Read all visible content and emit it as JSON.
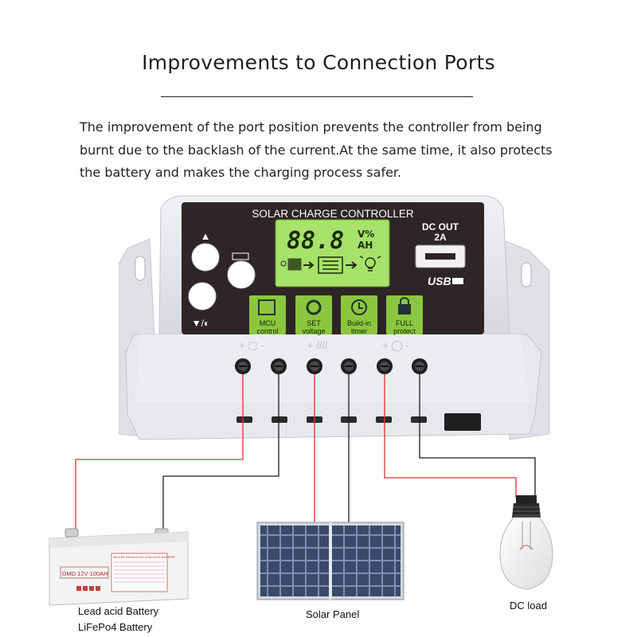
{
  "heading": {
    "title": "Improvements to Connection Ports",
    "description": "The improvement of the port position prevents the controller from being burnt due to the backlash of the current.At the same time, it also protects the battery and makes the charging process safer."
  },
  "controller": {
    "panel_title": "SOLAR CHARGE CONTROLLER",
    "lcd_reading": "88.8",
    "lcd_units_top": "V%",
    "lcd_units_bottom": "AH",
    "dc_out_label": "DC OUT",
    "dc_out_rating": "2A",
    "usb_label": "USB",
    "features": [
      {
        "line1": "MCU",
        "line2": "control",
        "icon": "chip-icon"
      },
      {
        "line1": "SET",
        "line2": "voltage",
        "icon": "gear-icon"
      },
      {
        "line1": "Build-in",
        "line2": "timer",
        "icon": "clock-icon"
      },
      {
        "line1": "FULL",
        "line2": "protect",
        "icon": "lock-icon"
      }
    ]
  },
  "captions": {
    "battery_line1": "Lead acid Battery",
    "battery_line2": "LiFePo4 Battery",
    "solar": "Solar Panel",
    "load": "DC load"
  },
  "battery_label": {
    "model": "DMD 12V-100AH",
    "header": "SEALED REGULATED LEAD ACID BATTERY"
  },
  "colors": {
    "housing": "#e4e6ea",
    "panel": "#2d2526",
    "lcd": "#a7e26a",
    "feature_green": "#8cc63f",
    "wire_red": "#e03030",
    "wire_black": "#1a1a1a"
  }
}
